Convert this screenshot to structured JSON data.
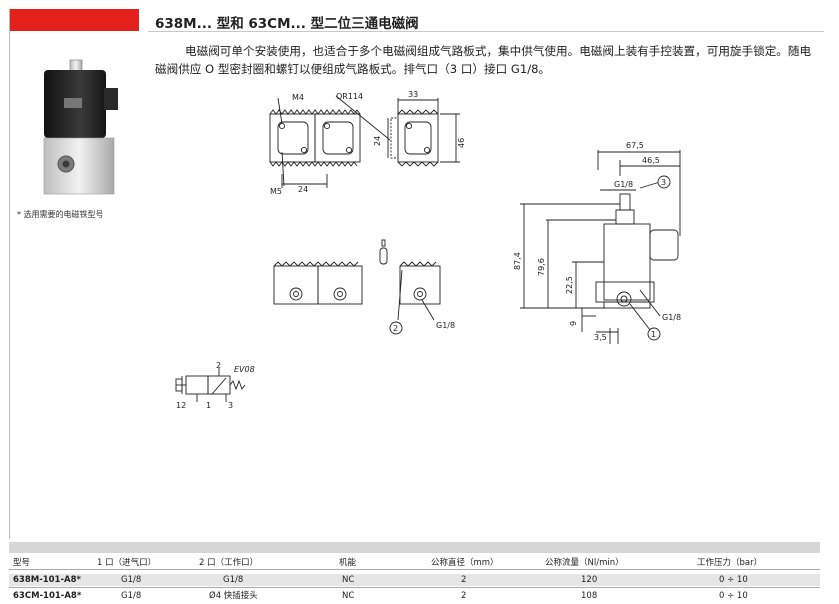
{
  "header": {
    "title": "638M... 型和 63CM... 型二位三通电磁阀"
  },
  "description": "电磁阀可单个安装使用，也适合于多个电磁阀组成气路板式，集中供气使用。电磁阀上装有手控装置，可用旋手锁定。随电磁阀供应 O 型密封圈和螺钉以便组成气路板式。排气口（3 口）接口 G1/8。",
  "footnote": "* 选用需要的电磁铁型号",
  "drawings": {
    "top_view": {
      "m4": "M4",
      "or": "OR114",
      "d33": "33",
      "d24v": "24",
      "d46": "46",
      "m5": "M5",
      "d24h": "24"
    },
    "front_view": {
      "callout2": "2",
      "g18": "G1/8"
    },
    "side_view": {
      "d675": "67,5",
      "d465": "46,5",
      "g18top": "G1/8",
      "callout3": "3",
      "d874": "87,4",
      "d796": "79,6",
      "d225": "22,5",
      "g18bottom": "G1/8",
      "d9": "9",
      "callout1": "1",
      "d35": "3,5"
    },
    "symbol": {
      "label_2": "2",
      "label_12": "12",
      "label_1": "1",
      "label_3": "3",
      "label_ev": "EV08"
    }
  },
  "table": {
    "headers": [
      "型号",
      "1 口（进气口）",
      "2 口（工作口）",
      "机能",
      "公称直径（mm）",
      "公称流量（Nl/min）",
      "工作压力（bar）"
    ],
    "rows": [
      [
        "638M-101-A8*",
        "G1/8",
        "G1/8",
        "NC",
        "2",
        "120",
        "0 ÷ 10"
      ],
      [
        "63CM-101-A8*",
        "G1/8",
        "Ø4 快插接头",
        "NC",
        "2",
        "108",
        "0 ÷ 10"
      ]
    ]
  },
  "colors": {
    "accent_red": "#e3201b",
    "header_band": "#d6d6d6"
  }
}
